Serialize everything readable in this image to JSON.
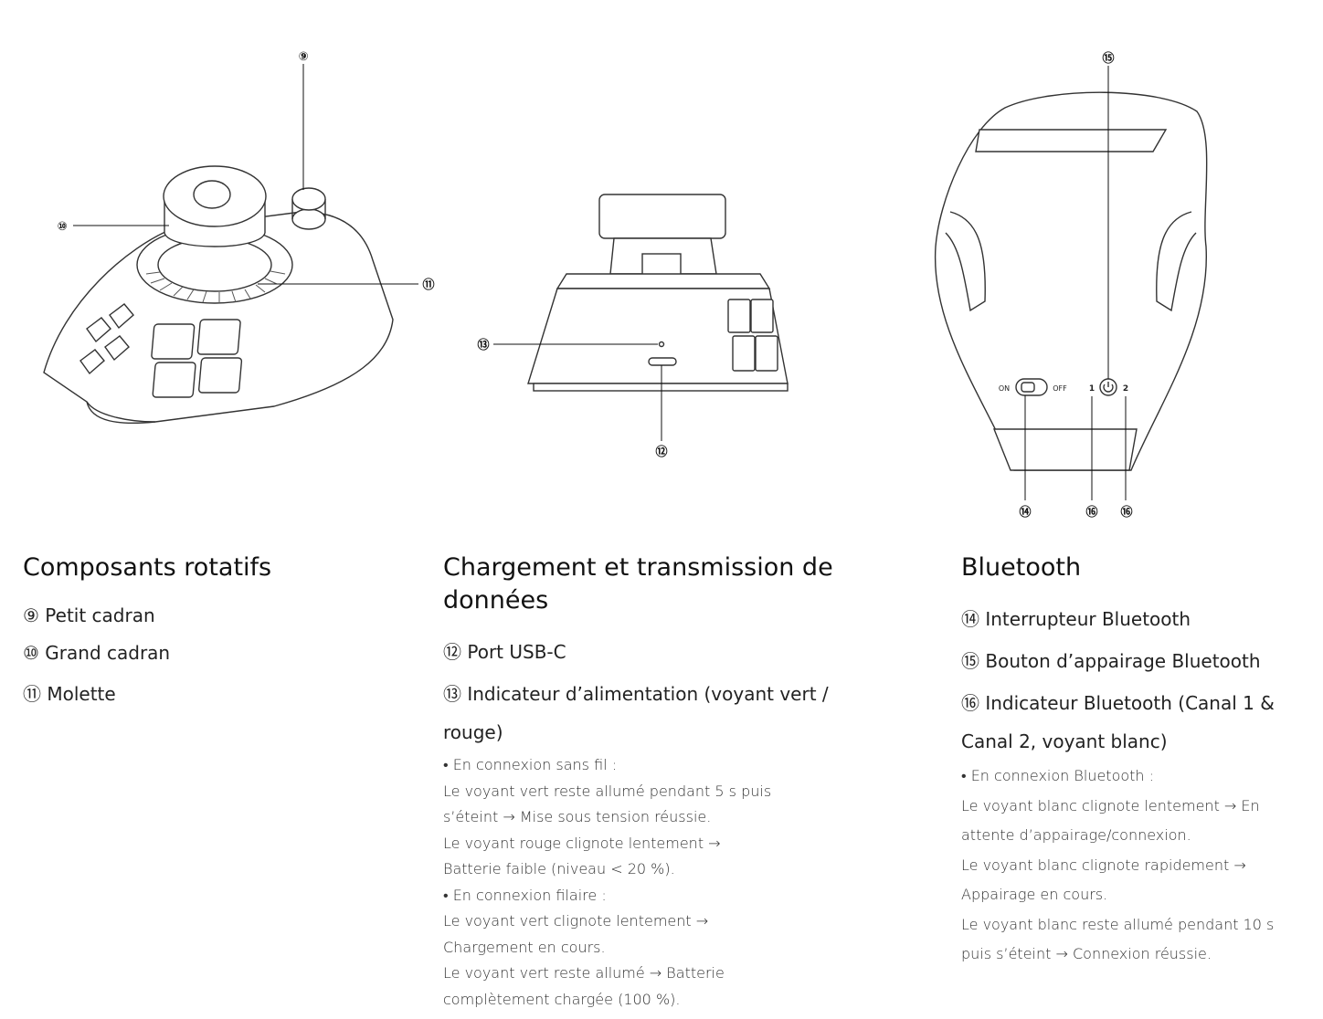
{
  "callouts": {
    "c9": "⑨",
    "c10": "⑩",
    "c11": "⑪",
    "c12": "⑫",
    "c13": "⑬",
    "c14": "⑭",
    "c15": "⑮",
    "c16a": "⑯",
    "c16b": "⑯"
  },
  "switch_labels": {
    "on": "ON",
    "off": "OFF",
    "ch1": "1",
    "ch2": "2"
  },
  "rotary": {
    "title": "Composants rotatifs",
    "items": [
      "⑨ Petit cadran",
      "⑩ Grand cadran",
      "⑪ Molette"
    ]
  },
  "charging": {
    "title": "Chargement et transmission de données",
    "items": [
      "⑫ Port USB-C",
      "⑬ Indicateur d’alimentation (voyant vert /",
      "rouge)"
    ],
    "notes": [
      "• En connexion sans fil :",
      "Le voyant vert reste allumé pendant 5 s puis",
      "s’éteint → Mise sous tension réussie.",
      "Le voyant rouge clignote lentement →",
      "Batterie faible (niveau < 20 %).",
      "• En connexion filaire :",
      "Le voyant vert clignote lentement →",
      "Chargement en cours.",
      "Le voyant vert reste allumé → Batterie",
      "complètement chargée (100 %)."
    ]
  },
  "bluetooth": {
    "title": "Bluetooth",
    "items": [
      "⑭ Interrupteur Bluetooth",
      "⑮ Bouton d’appairage Bluetooth",
      "⑯ Indicateur Bluetooth (Canal 1 &",
      "Canal 2, voyant blanc)"
    ],
    "notes": [
      "• En connexion Bluetooth :",
      "Le voyant blanc clignote lentement → En",
      "attente d’appairage/connexion.",
      "Le voyant blanc clignote rapidement →",
      "Appairage en cours.",
      "Le voyant blanc reste allumé pendant 10 s",
      "puis s’éteint → Connexion réussie."
    ]
  }
}
